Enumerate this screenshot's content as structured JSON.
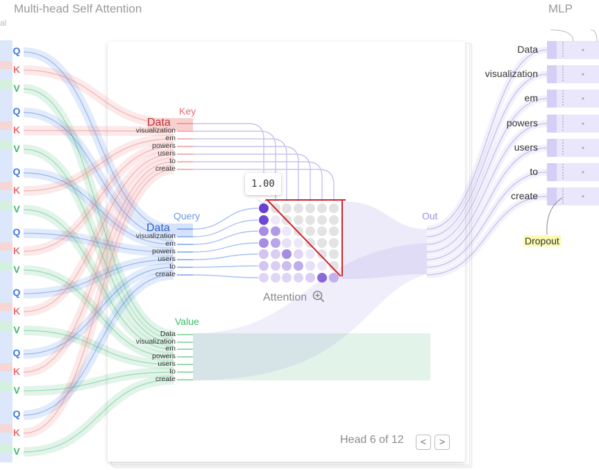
{
  "section_title": "Multi-head Self Attention",
  "mlp_title": "MLP",
  "cut_label": "al",
  "qkv_letters": [
    "Q",
    "K",
    "V"
  ],
  "key_title": "Key",
  "query_title": "Query",
  "value_title": "Value",
  "key_tokens": [
    "Data",
    "visualization",
    "em",
    "powers",
    "users",
    "to",
    "create"
  ],
  "query_tokens": [
    "Data",
    "visualization",
    "em",
    "powers",
    "users",
    "to",
    "create"
  ],
  "value_tokens": [
    "Data",
    "visualization",
    "em",
    "powers",
    "users",
    "to",
    "create"
  ],
  "attention_label": "Attention",
  "tooltip_value": "1.00",
  "out_label": "Out",
  "head_nav": "Head 6 of 12",
  "prev_symbol": "<",
  "next_symbol": ">",
  "mlp_tokens": [
    "Data",
    "visualization",
    "em",
    "powers",
    "users",
    "to",
    "create"
  ],
  "dropout_label": "Dropout",
  "colors": {
    "query": "#3b78e7",
    "key": "#e96e6e",
    "value": "#3bb86a",
    "attention_accent": "#6a3fd1",
    "mask_line": "#d0232a",
    "out": "#9a8de0"
  },
  "attention_matrix": [
    [
      1.0,
      0,
      0,
      0,
      0,
      0,
      0
    ],
    [
      0.95,
      0,
      0,
      0,
      0,
      0,
      0
    ],
    [
      0.55,
      0.45,
      0,
      0,
      0,
      0,
      0
    ],
    [
      0.55,
      0.4,
      0.05,
      0,
      0,
      0,
      0
    ],
    [
      0.2,
      0.15,
      0.55,
      0.1,
      0,
      0,
      0
    ],
    [
      0.2,
      0.15,
      0.25,
      0.35,
      0.05,
      0,
      0
    ],
    [
      0.1,
      0.1,
      0.1,
      0.1,
      0.15,
      0.75,
      0.25
    ]
  ]
}
